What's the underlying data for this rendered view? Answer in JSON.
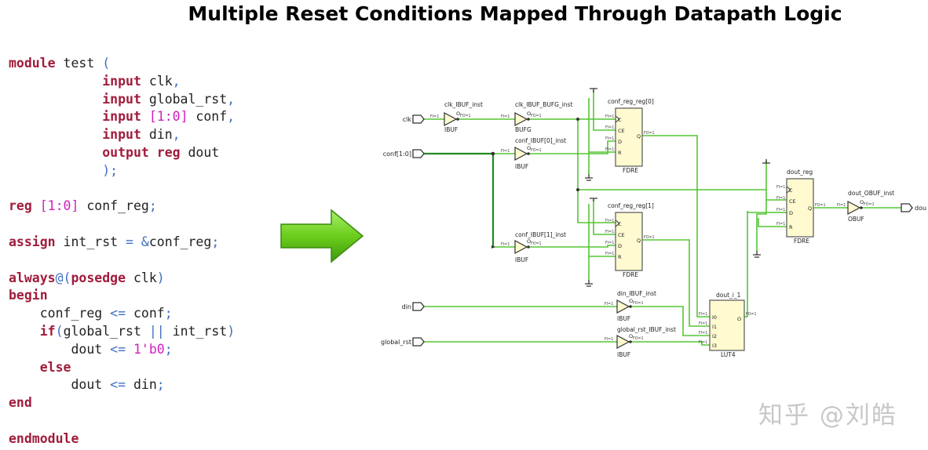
{
  "title": "Multiple Reset Conditions Mapped Through Datapath Logic",
  "code": {
    "lines": [
      [
        {
          "t": "module",
          "c": "kw"
        },
        {
          "t": " test ",
          "c": "id"
        },
        {
          "t": "(",
          "c": "pn"
        }
      ],
      [
        {
          "t": "            ",
          "c": "id"
        },
        {
          "t": "input",
          "c": "kw"
        },
        {
          "t": " clk",
          "c": "id"
        },
        {
          "t": ",",
          "c": "pn"
        }
      ],
      [
        {
          "t": "            ",
          "c": "id"
        },
        {
          "t": "input",
          "c": "kw"
        },
        {
          "t": " global_rst",
          "c": "id"
        },
        {
          "t": ",",
          "c": "pn"
        }
      ],
      [
        {
          "t": "            ",
          "c": "id"
        },
        {
          "t": "input",
          "c": "kw"
        },
        {
          "t": " ",
          "c": "id"
        },
        {
          "t": "[1:0]",
          "c": "nm"
        },
        {
          "t": " conf",
          "c": "id"
        },
        {
          "t": ",",
          "c": "pn"
        }
      ],
      [
        {
          "t": "            ",
          "c": "id"
        },
        {
          "t": "input",
          "c": "kw"
        },
        {
          "t": " din",
          "c": "id"
        },
        {
          "t": ",",
          "c": "pn"
        }
      ],
      [
        {
          "t": "            ",
          "c": "id"
        },
        {
          "t": "output reg",
          "c": "kw"
        },
        {
          "t": " dout",
          "c": "id"
        }
      ],
      [
        {
          "t": "            ",
          "c": "id"
        },
        {
          "t": ");",
          "c": "pn"
        }
      ],
      [],
      [
        {
          "t": "reg",
          "c": "kw"
        },
        {
          "t": " ",
          "c": "id"
        },
        {
          "t": "[1:0]",
          "c": "nm"
        },
        {
          "t": " conf_reg",
          "c": "id"
        },
        {
          "t": ";",
          "c": "pn"
        }
      ],
      [],
      [
        {
          "t": "assign",
          "c": "kw"
        },
        {
          "t": " int_rst ",
          "c": "id"
        },
        {
          "t": "= &",
          "c": "pn"
        },
        {
          "t": "conf_reg",
          "c": "id"
        },
        {
          "t": ";",
          "c": "pn"
        }
      ],
      [],
      [
        {
          "t": "always",
          "c": "kw"
        },
        {
          "t": "@(",
          "c": "pn"
        },
        {
          "t": "posedge",
          "c": "kw"
        },
        {
          "t": " clk",
          "c": "id"
        },
        {
          "t": ")",
          "c": "pn"
        }
      ],
      [
        {
          "t": "begin",
          "c": "kw"
        }
      ],
      [
        {
          "t": "    conf_reg ",
          "c": "id"
        },
        {
          "t": "<=",
          "c": "pn"
        },
        {
          "t": " conf",
          "c": "id"
        },
        {
          "t": ";",
          "c": "pn"
        }
      ],
      [
        {
          "t": "    ",
          "c": "id"
        },
        {
          "t": "if",
          "c": "kw"
        },
        {
          "t": "(",
          "c": "pn"
        },
        {
          "t": "global_rst ",
          "c": "id"
        },
        {
          "t": "||",
          "c": "pn"
        },
        {
          "t": " int_rst",
          "c": "id"
        },
        {
          "t": ")",
          "c": "pn"
        }
      ],
      [
        {
          "t": "        dout ",
          "c": "id"
        },
        {
          "t": "<=",
          "c": "pn"
        },
        {
          "t": " ",
          "c": "id"
        },
        {
          "t": "1'b0",
          "c": "nm"
        },
        {
          "t": ";",
          "c": "pn"
        }
      ],
      [
        {
          "t": "    ",
          "c": "id"
        },
        {
          "t": "else",
          "c": "kw"
        }
      ],
      [
        {
          "t": "        dout ",
          "c": "id"
        },
        {
          "t": "<=",
          "c": "pn"
        },
        {
          "t": " din",
          "c": "id"
        },
        {
          "t": ";",
          "c": "pn"
        }
      ],
      [
        {
          "t": "end",
          "c": "kw"
        }
      ],
      [],
      [
        {
          "t": "endmodule",
          "c": "kw"
        }
      ]
    ]
  },
  "arrow": {
    "icon": "right-arrow-icon",
    "color": "#5cbf14"
  },
  "schematic": {
    "ports": {
      "clk": "clk",
      "conf": "conf[1:0]",
      "din": "din",
      "global_rst": "global_rst",
      "dout": "dout"
    },
    "cells": {
      "clk_ibuf": {
        "name": "clk_IBUF_inst",
        "type": "IBUF"
      },
      "bufg": {
        "name": "clk_IBUF_BUFG_inst",
        "type": "BUFG"
      },
      "conf0_ibuf": {
        "name": "conf_IBUF[0]_inst",
        "type": "IBUF"
      },
      "conf1_ibuf": {
        "name": "conf_IBUF[1]_inst",
        "type": "IBUF"
      },
      "din_ibuf": {
        "name": "din_IBUF_inst",
        "type": "IBUF"
      },
      "grst_ibuf": {
        "name": "global_rst_IBUF_inst",
        "type": "IBUF"
      },
      "reg0": {
        "name": "conf_reg_reg[0]",
        "type": "FDRE"
      },
      "reg1": {
        "name": "conf_reg_reg[1]",
        "type": "FDRE"
      },
      "dout_reg": {
        "name": "dout_reg",
        "type": "FDRE"
      },
      "lut": {
        "name": "dout_i_1",
        "type": "LUT4"
      },
      "obuf": {
        "name": "dout_OBUF_inst",
        "type": "OBUF"
      }
    },
    "pins": {
      "c": "C",
      "ce": "CE",
      "d": "D",
      "r": "R",
      "q": "Q",
      "o": "O",
      "i": "I",
      "i0": "I0",
      "i1": "I1",
      "i2": "I2",
      "i3": "I3"
    },
    "fan": {
      "fi": "FI=1",
      "fo": "FO=1"
    },
    "colors": {
      "wire": "#55c633",
      "box": "#fffad0",
      "outline": "#555555"
    }
  },
  "watermark": "知乎 @刘皓"
}
